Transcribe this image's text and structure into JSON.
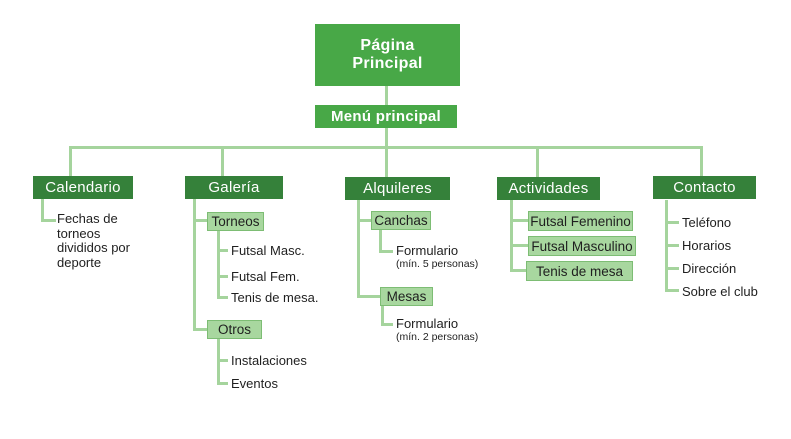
{
  "colors": {
    "node_green": "#48a847",
    "header_green": "#35813a",
    "chip_fill": "#a8d79f",
    "chip_border": "#7dbd74",
    "line_green": "#a5d49d",
    "ink": "#1f1f1f"
  },
  "root": {
    "label": "Página Principal"
  },
  "menu": {
    "label": "Menú principal"
  },
  "branches": [
    {
      "label": "Calendario",
      "children": [
        {
          "type": "text",
          "label": "Fechas de torneos divididos por deporte"
        }
      ]
    },
    {
      "label": "Galería",
      "children": [
        {
          "type": "box",
          "label": "Torneos",
          "children": [
            {
              "type": "text",
              "label": "Futsal Masc."
            },
            {
              "type": "text",
              "label": "Futsal Fem."
            },
            {
              "type": "text",
              "label": "Tenis de mesa."
            }
          ]
        },
        {
          "type": "box",
          "label": "Otros",
          "children": [
            {
              "type": "text",
              "label": "Instalaciones"
            },
            {
              "type": "text",
              "label": "Eventos"
            }
          ]
        }
      ]
    },
    {
      "label": "Alquileres",
      "children": [
        {
          "type": "box",
          "label": "Canchas",
          "children": [
            {
              "type": "text",
              "label": "Formulario",
              "note": "(mín. 5 personas)"
            }
          ]
        },
        {
          "type": "box",
          "label": "Mesas",
          "children": [
            {
              "type": "text",
              "label": "Formulario",
              "note": "(mín. 2 personas)"
            }
          ]
        }
      ]
    },
    {
      "label": "Actividades",
      "children": [
        {
          "type": "box",
          "label": "Futsal Femenino"
        },
        {
          "type": "box",
          "label": "Futsal Masculino"
        },
        {
          "type": "box",
          "label": "Tenis de mesa"
        }
      ]
    },
    {
      "label": "Contacto",
      "children": [
        {
          "type": "text",
          "label": "Teléfono"
        },
        {
          "type": "text",
          "label": "Horarios"
        },
        {
          "type": "text",
          "label": "Dirección"
        },
        {
          "type": "text",
          "label": "Sobre el club"
        }
      ]
    }
  ]
}
